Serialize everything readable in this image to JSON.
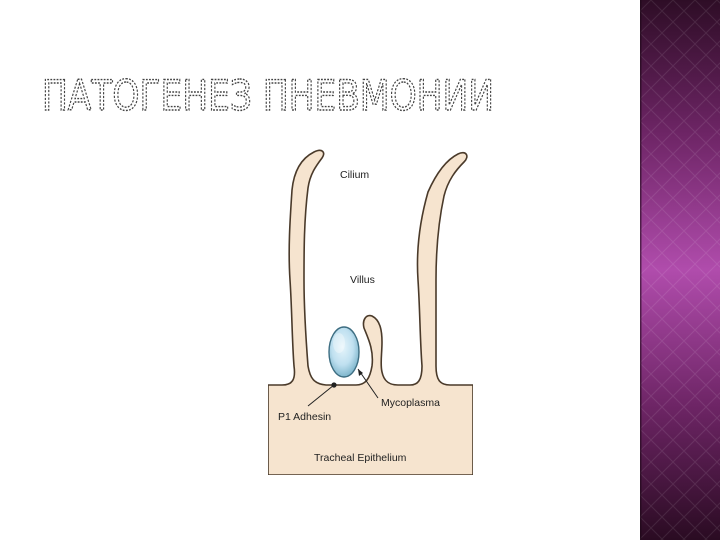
{
  "slide": {
    "title": "ПАТОГЕНЕЗ ПНЕВМОНИИ"
  },
  "colors": {
    "epithelium_fill": "#F6E4CF",
    "outline": "#4A3A2A",
    "mycoplasma_fill": "#BFE0F0",
    "band_top": "#2E0D26",
    "band_mid": "#B04CAC",
    "band_bottom": "#2A0B22",
    "title_stroke": "#444444"
  },
  "diagram": {
    "labels": {
      "cilium": "Cilium",
      "villus": "Villus",
      "mycoplasma": "Mycoplasma",
      "adhesin": "P1 Adhesin",
      "epithelium": "Tracheal Epithelium"
    }
  }
}
